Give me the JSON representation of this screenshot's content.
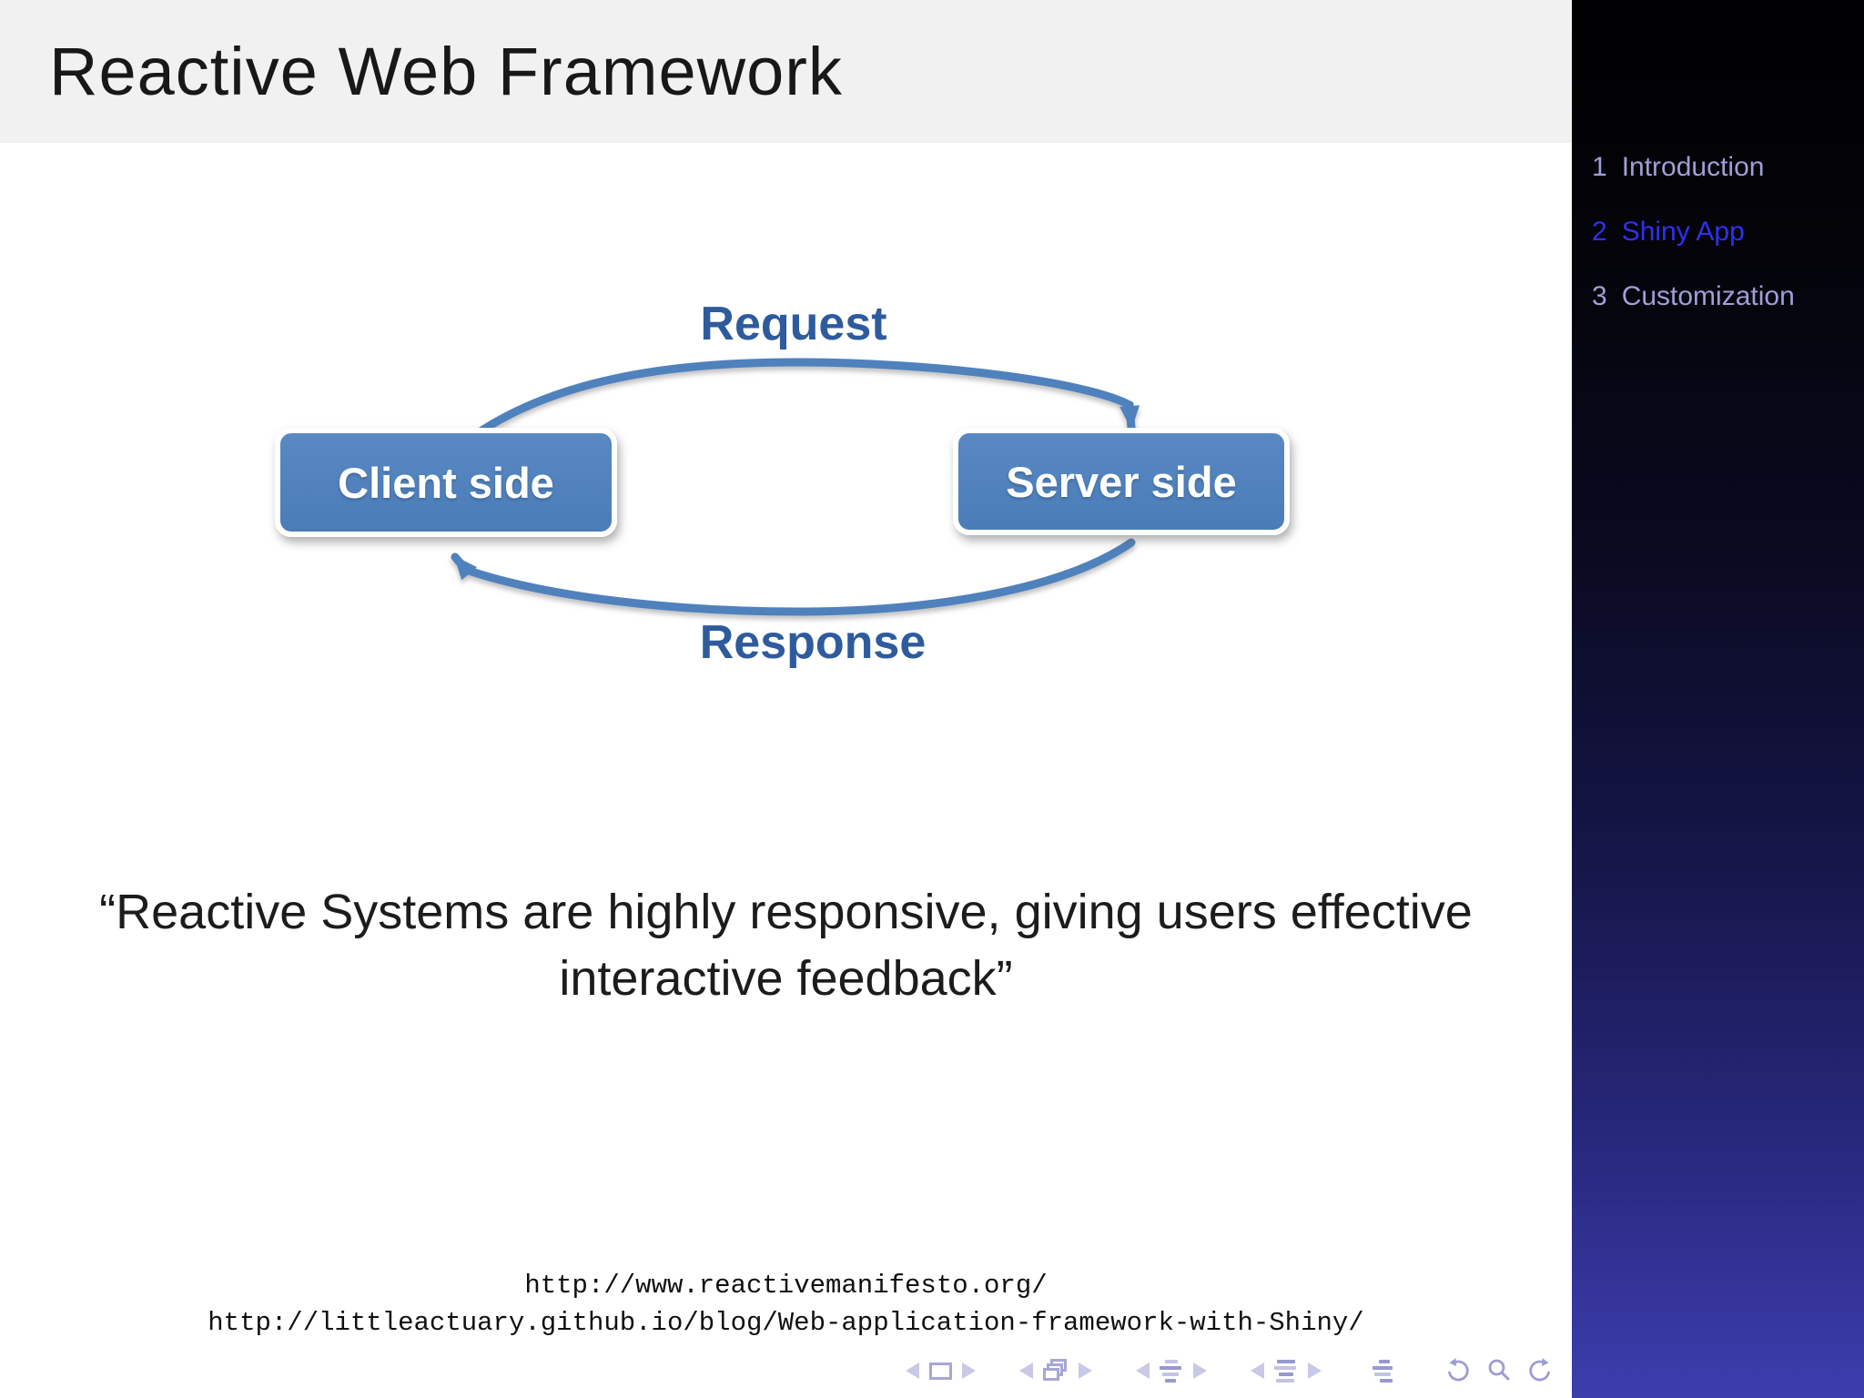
{
  "slide": {
    "title": "Reactive Web Framework",
    "quote": {
      "line1": "“Reactive Systems are highly responsive, giving users effective",
      "line2": "interactive feedback”"
    },
    "links": [
      "http://www.reactivemanifesto.org/",
      "http://littleactuary.github.io/blog/Web-application-framework-with-Shiny/"
    ]
  },
  "sidebar": {
    "items": [
      {
        "number": "1",
        "label": "Introduction"
      },
      {
        "number": "2",
        "label": "Shiny App"
      },
      {
        "number": "3",
        "label": "Customization"
      }
    ],
    "active_section": "2 Shiny App"
  },
  "diagram": {
    "client_label": "Client side",
    "server_label": "Server side",
    "request_label": "Request",
    "response_label": "Response"
  },
  "nav_symbols": {
    "icons": [
      {
        "name": "prev-slide-icon",
        "glyph": "◀"
      },
      {
        "name": "frame-icon",
        "glyph": "□"
      },
      {
        "name": "next-slide-icon",
        "glyph": "▶"
      },
      {
        "name": "prev-frame-icon",
        "glyph": "◀"
      },
      {
        "name": "overlays-icon",
        "glyph": "⧉"
      },
      {
        "name": "next-frame-icon",
        "glyph": "▶"
      },
      {
        "name": "prev-subsection-icon",
        "glyph": "◀"
      },
      {
        "name": "subsection-icon",
        "glyph": "☰"
      },
      {
        "name": "next-subsection-icon",
        "glyph": "▶"
      },
      {
        "name": "prev-section-icon",
        "glyph": "◀"
      },
      {
        "name": "section-icon",
        "glyph": "☰"
      },
      {
        "name": "next-section-icon",
        "glyph": "▶"
      },
      {
        "name": "appendix-icon",
        "glyph": "☰"
      },
      {
        "name": "back-icon",
        "glyph": "↺"
      },
      {
        "name": "search-icon",
        "glyph": "🔍"
      },
      {
        "name": "forward-icon",
        "glyph": "↻"
      }
    ]
  },
  "colors": {
    "header_bg": "#f1f1f2",
    "node_fill": "#4f81bd",
    "arrow_stroke": "#4f81bd",
    "arrow_label_text": "#2d5b9d",
    "sidebar_gradient_top": "#000002",
    "sidebar_gradient_bottom": "#3d3dae",
    "sidebar_item_inactive": "#9f9fd8",
    "sidebar_item_active": "#3030f0",
    "nav_symbol": "#9d9dd4"
  }
}
